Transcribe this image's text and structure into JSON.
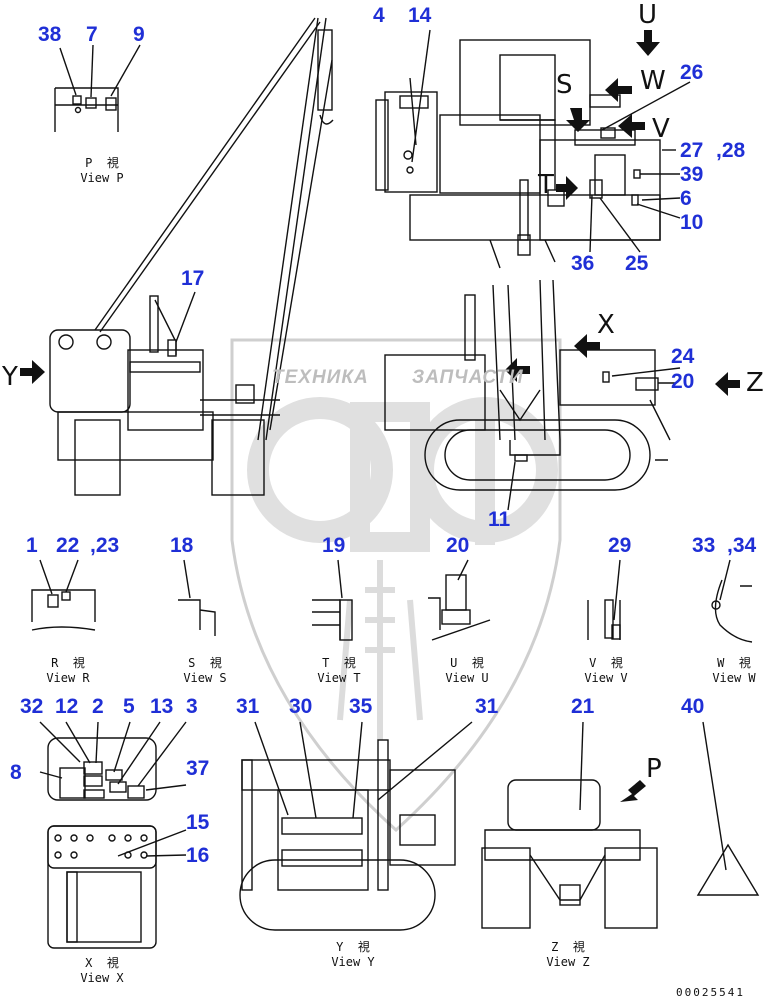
{
  "callouts": [
    "38",
    "7",
    "9",
    "4",
    "14",
    "26",
    "27",
    ",28",
    "39",
    "6",
    "10",
    "36",
    "25",
    "17",
    "24",
    "20",
    "11",
    "1",
    "22",
    ",23",
    "18",
    "19",
    "20",
    "29",
    "33",
    ",34",
    "32",
    "12",
    "2",
    "5",
    "13",
    "3",
    "8",
    "37",
    "15",
    "16",
    "31",
    "30",
    "35",
    "31",
    "21",
    "40"
  ],
  "captions": [
    {
      "ja": "P  視",
      "en": "View P"
    },
    {
      "ja": "R  視",
      "en": "View R"
    },
    {
      "ja": "S  視",
      "en": "View S"
    },
    {
      "ja": "T  視",
      "en": "View T"
    },
    {
      "ja": "U  視",
      "en": "View U"
    },
    {
      "ja": "V  視",
      "en": "View V"
    },
    {
      "ja": "W  視",
      "en": "View W"
    },
    {
      "ja": "X  視",
      "en": "View X"
    },
    {
      "ja": "Y  視",
      "en": "View Y"
    },
    {
      "ja": "Z  視",
      "en": "View Z"
    }
  ],
  "view_letters": [
    "U",
    "W",
    "S",
    "V",
    "T",
    "X",
    "Y",
    "Z",
    "P"
  ],
  "watermark": {
    "left": "ТЕХНИКА",
    "right": "ЗАПЧАСТИ",
    "logo": "ЭПФ"
  },
  "drawing_code": "00025541",
  "colors": {
    "callout": "#1f2fd6",
    "line": "#111111",
    "watermark": "#c8c8c8"
  }
}
